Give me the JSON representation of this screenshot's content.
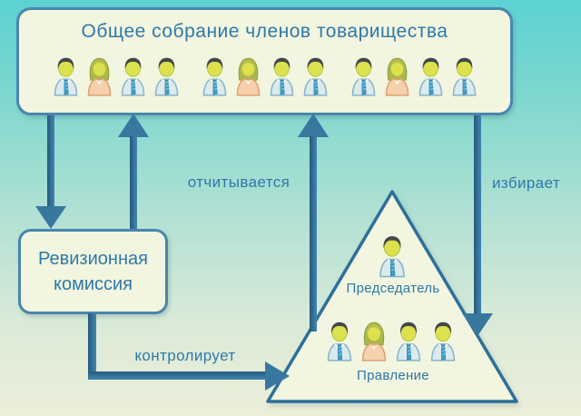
{
  "labels": {
    "general_meeting": "Общее собрание членов товарищества",
    "audit_commission": "Ревизионная комиссия",
    "chairman": "Председатель",
    "board": "Правление",
    "reports": "отчитывается",
    "elects": "избирает",
    "controls": "контролирует"
  },
  "icons": {
    "meeting_groups": [
      [
        "man",
        "woman",
        "man",
        "man"
      ],
      [
        "man",
        "woman",
        "man",
        "man"
      ],
      [
        "man",
        "woman",
        "man",
        "man"
      ]
    ],
    "chairman": [
      "man"
    ],
    "board": [
      "man",
      "woman",
      "man",
      "man"
    ]
  },
  "colors": {
    "accent_blue": "#2d79a9",
    "arrow_blue": "#38789f",
    "box_border": "#4a86ae",
    "box_fill": "#f2f5df",
    "bg_top": "#5cd2d2",
    "bg_bottom": "#ecefd9",
    "face_yellow": "#dce24d",
    "woman_peach": "#f6cfa8"
  }
}
